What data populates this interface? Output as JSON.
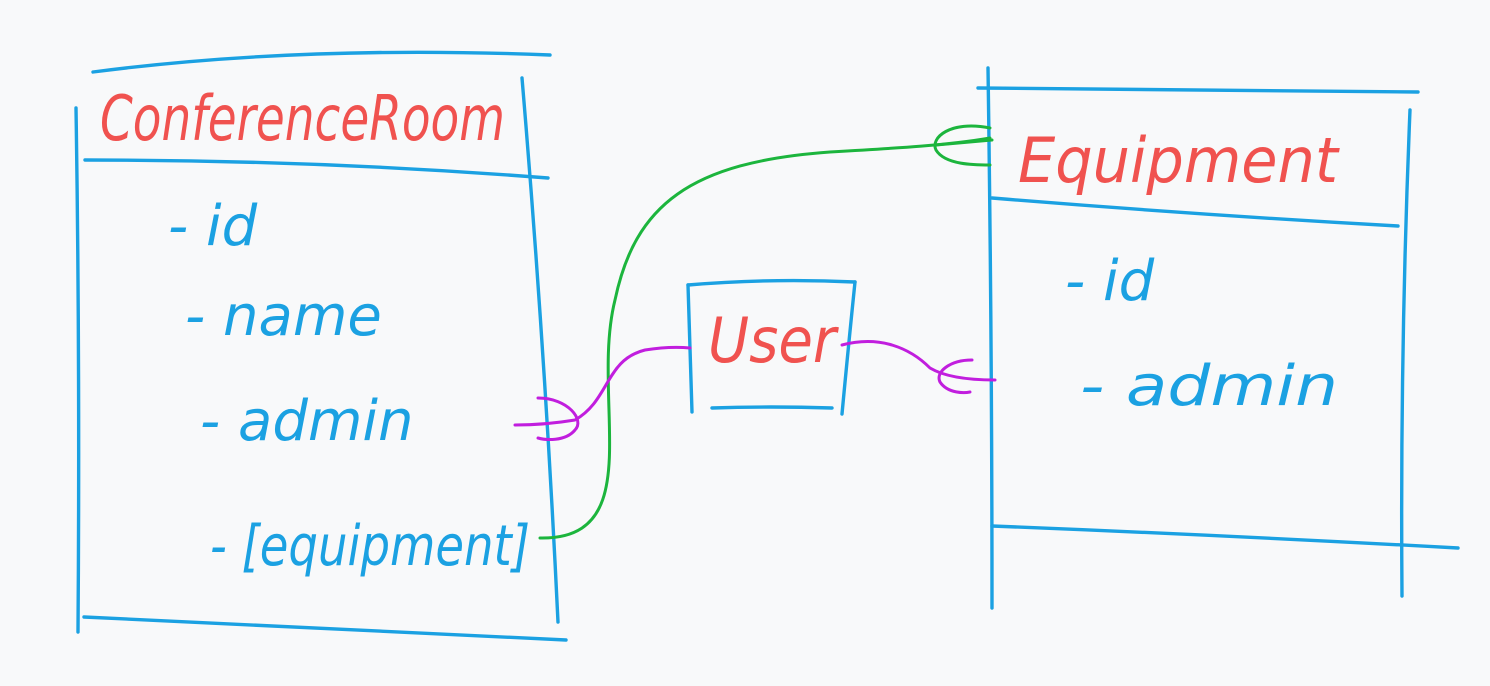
{
  "colors": {
    "background": "#f8f9fa",
    "box_stroke": "#1ba1e2",
    "title_text": "#f0524f",
    "field_text": "#1ba1e2",
    "equipment_link": "#1cb53d",
    "user_link": "#c11ede"
  },
  "conference_room": {
    "title": "ConferenceRoom",
    "fields": [
      "- id",
      "- name",
      "- admin",
      "- [equipment]"
    ]
  },
  "user": {
    "title": "User"
  },
  "equipment": {
    "title": "Equipment",
    "fields": [
      "- id",
      "- admin"
    ]
  }
}
